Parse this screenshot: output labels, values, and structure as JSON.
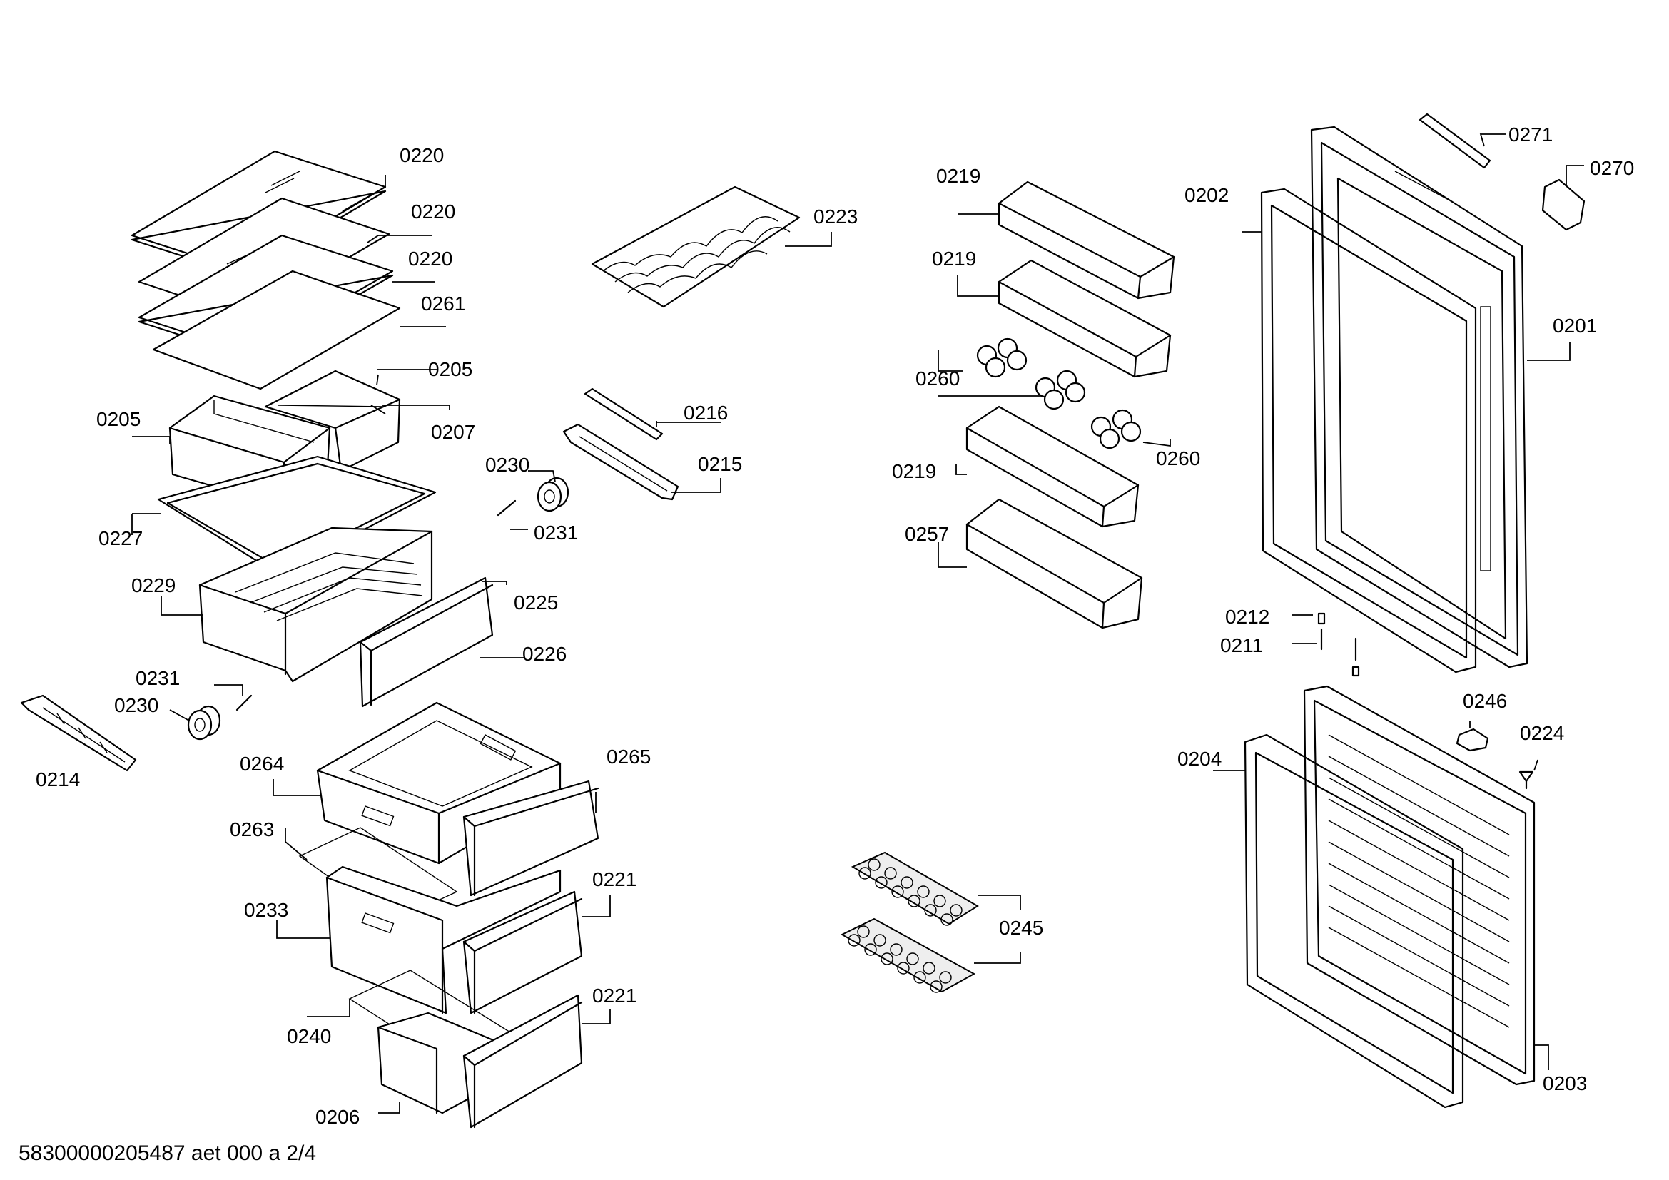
{
  "document_code": "58300000205487 aet 000 a 2/4",
  "part_labels": {
    "l0220a": "0220",
    "l0220b": "0220",
    "l0220c": "0220",
    "l0261": "0261",
    "l0205a": "0205",
    "l0205b": "0205",
    "l0207": "0207",
    "l0227": "0227",
    "l0229": "0229",
    "l0225": "0225",
    "l0226": "0226",
    "l0231a": "0231",
    "l0230a": "0230",
    "l0214": "0214",
    "l0223": "0223",
    "l0216": "0216",
    "l0215": "0215",
    "l0230b": "0230",
    "l0231b": "0231",
    "l0264": "0264",
    "l0265": "0265",
    "l0263": "0263",
    "l0221a": "0221",
    "l0233": "0233",
    "l0240": "0240",
    "l0221b": "0221",
    "l0206": "0206",
    "l0219a": "0219",
    "l0219b": "0219",
    "l0260a": "0260",
    "l0260b": "0260",
    "l0219c": "0219",
    "l0257": "0257",
    "l0245": "0245",
    "l0271": "0271",
    "l0270": "0270",
    "l0202": "0202",
    "l0201": "0201",
    "l0212": "0212",
    "l0211": "0211",
    "l0246": "0246",
    "l0224": "0224",
    "l0204": "0204",
    "l0203": "0203"
  }
}
